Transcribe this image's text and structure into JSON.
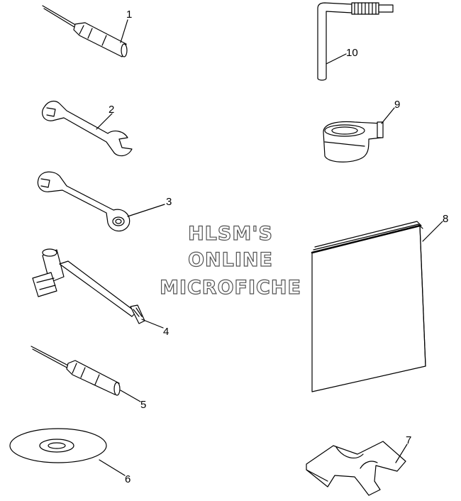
{
  "watermark": {
    "line1": "HLSM'S",
    "line2": "ONLINE",
    "line3": "MICROFICHE"
  },
  "callouts": [
    {
      "id": "1",
      "label": "1"
    },
    {
      "id": "2",
      "label": "2"
    },
    {
      "id": "3",
      "label": "3"
    },
    {
      "id": "4",
      "label": "4"
    },
    {
      "id": "5",
      "label": "5"
    },
    {
      "id": "6",
      "label": "6"
    },
    {
      "id": "7",
      "label": "7"
    },
    {
      "id": "8",
      "label": "8"
    },
    {
      "id": "9",
      "label": "9"
    },
    {
      "id": "10",
      "label": "10"
    }
  ],
  "parts": [
    {
      "callout": "1",
      "icon": "screwdriver-icon"
    },
    {
      "callout": "2",
      "icon": "open-end-wrench-icon"
    },
    {
      "callout": "3",
      "icon": "combination-wrench-icon"
    },
    {
      "callout": "4",
      "icon": "spark-plug-wrench-icon"
    },
    {
      "callout": "5",
      "icon": "screwdriver-icon"
    },
    {
      "callout": "6",
      "icon": "cd-disc-icon"
    },
    {
      "callout": "7",
      "icon": "spanner-tool-icon"
    },
    {
      "callout": "8",
      "icon": "manual-book-icon"
    },
    {
      "callout": "9",
      "icon": "strap-roll-icon"
    },
    {
      "callout": "10",
      "icon": "hex-key-icon"
    }
  ],
  "colors": {
    "line": "#000000",
    "watermark_outline": "#555555"
  }
}
